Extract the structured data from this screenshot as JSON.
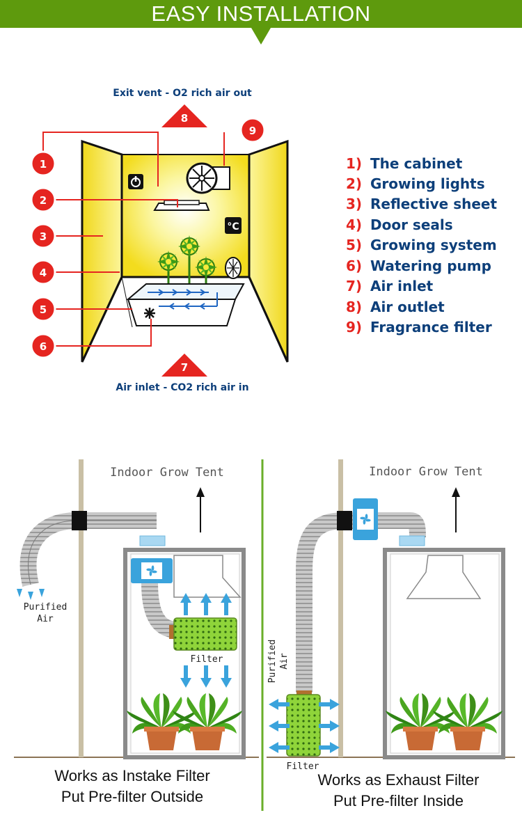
{
  "banner": {
    "title": "EASY INSTALLATION"
  },
  "cabinet": {
    "exit_vent": "Exit vent - O2 rich air out",
    "air_inlet": "Air inlet - CO2 rich air in",
    "markers": [
      "1",
      "2",
      "3",
      "4",
      "5",
      "6",
      "7",
      "8",
      "9"
    ],
    "legend": [
      {
        "num": "1)",
        "text": "The cabinet"
      },
      {
        "num": "2)",
        "text": "Growing lights"
      },
      {
        "num": "3)",
        "text": "Reflective sheet"
      },
      {
        "num": "4)",
        "text": "Door seals"
      },
      {
        "num": "5)",
        "text": "Growing system"
      },
      {
        "num": "6)",
        "text": "Watering pump"
      },
      {
        "num": "7)",
        "text": "Air inlet"
      },
      {
        "num": "8)",
        "text": "Air outlet"
      },
      {
        "num": "9)",
        "text": "Fragrance filter"
      }
    ],
    "icons": [
      "power-icon",
      "celsius-icon",
      "fan-icon",
      "exhaust-fan-icon",
      "pump-icon",
      "plant-icon"
    ]
  },
  "intake": {
    "tent_label": "Indoor Grow Tent",
    "purified": "Purified",
    "air": "Air",
    "filter": "Filter",
    "caption_line1": "Works as Instake Filter",
    "caption_line2": "Put Pre-filter Outside"
  },
  "exhaust": {
    "tent_label": "Indoor Grow Tent",
    "purified": "Purified",
    "air": "Air",
    "filter": "Filter",
    "caption_line1": "Works as Exhaust Filter",
    "caption_line2": "Put Pre-filter Inside"
  },
  "colors": {
    "banner_green": "#5e9a0d",
    "marker_red": "#e52520",
    "legend_blue": "#0d3f7a",
    "cabinet_yellow": "#f7e93a",
    "arrow_blue": "#3aa3dc",
    "filter_green": "#8fd43a"
  }
}
